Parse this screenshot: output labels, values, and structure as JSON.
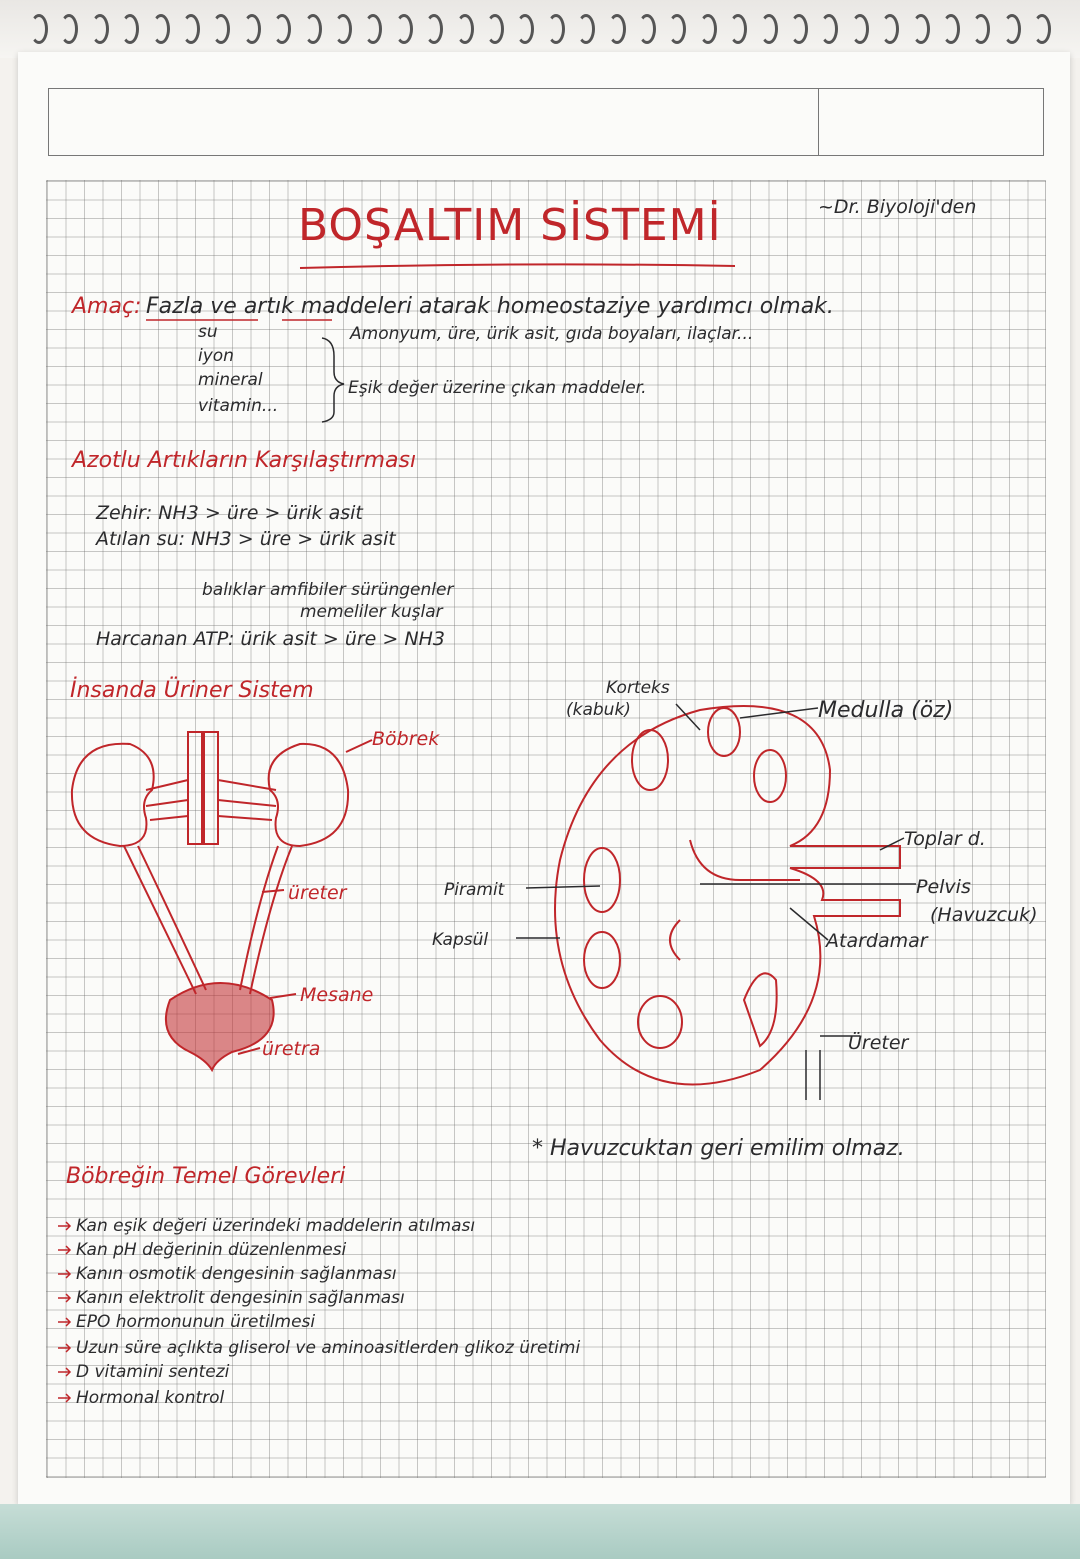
{
  "note": {
    "title": "BOŞALTIM SİSTEMİ",
    "credit": "~Dr. Biyoloji'den",
    "purpose": {
      "label": "Amaç:",
      "line1": "Fazla ve artık maddeleri atarak homeostaziye yardımcı olmak.",
      "artik_examples": "Amonyum, üre, ürik asit, gıda boyaları, ilaçlar...",
      "fazla_items": [
        "su",
        "iyon",
        "mineral",
        "vitamin..."
      ],
      "threshold_note": "Eşik değer üzerine çıkan maddeler."
    },
    "comparison": {
      "heading": "Azotlu Artıkların Karşılaştırması",
      "toxicity": "Zehir: NH3 > üre > ürik asit",
      "water_loss": "Atılan su: NH3 > üre > ürik asit",
      "groups_line1": "balıklar   amfibiler   sürüngenler",
      "groups_line2": "memeliler   kuşlar",
      "atp_spent": "Harcanan ATP: ürik asit > üre > NH3"
    },
    "urinary": {
      "heading": "İnsanda Üriner Sistem",
      "labels": {
        "bobrek": "Böbrek",
        "ureter": "üreter",
        "mesane": "Mesane",
        "uretra": "üretra"
      }
    },
    "kidney": {
      "labels": {
        "korteks": "Korteks",
        "kabuk": "(kabuk)",
        "medulla": "Medulla (öz)",
        "toplar": "Toplar d.",
        "pelvis": "Pelvis",
        "havuzcuk": "(Havuzcuk)",
        "atardamar": "Atardamar",
        "ureter": "Üreter",
        "piramit": "Piramit",
        "kapsul": "Kapsül"
      },
      "footnote": "* Havuzcuktan geri emilim olmaz."
    },
    "functions": {
      "heading": "Böbreğin Temel Görevleri",
      "items": [
        "Kan eşik değeri üzerindeki maddelerin atılması",
        "Kan pH değerinin düzenlenmesi",
        "Kanın osmotik dengesinin sağlanması",
        "Kanın elektrolit dengesinin sağlanması",
        "EPO hormonunun üretilmesi",
        "Uzun süre açlıkta gliserol ve aminoasitlerden glikoz üretimi",
        "D vitamini sentezi",
        "Hormonal kontrol"
      ]
    }
  },
  "colors": {
    "ink_red": "#c0262a",
    "ink_dark": "#2b2b2d",
    "grid": "#8a8a8a"
  }
}
